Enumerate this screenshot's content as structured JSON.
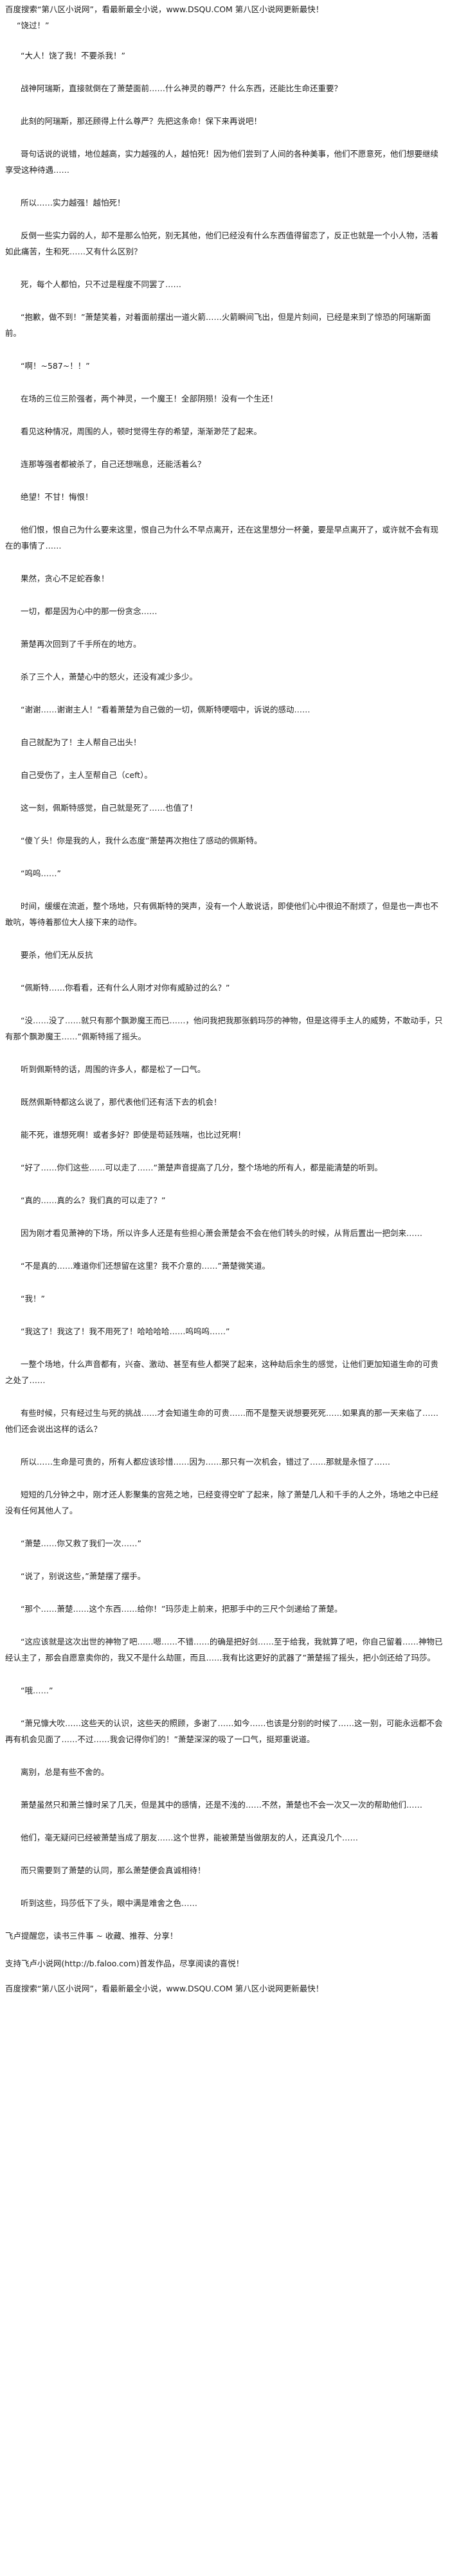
{
  "header": {
    "ad_line": "百度搜索“第八区小说网”，看最新最全小说，www.DSQU.COM 第八区小说网更新最快！",
    "first_line": "“饶过！”"
  },
  "paragraphs": [
    "“大人！饶了我！不要杀我！”",
    "战神阿瑞斯，直接就倒在了萧楚面前……什么神灵的尊严？什么东西，还能比生命还重要？",
    "此刻的阿瑞斯，那还顾得上什么尊严？先把这条命！保下来再说吧！",
    "哥句话说的说错，地位越高，实力越强的人，越怕死！因为他们尝到了人间的各种美事，他们不愿意死，他们想要继续享受这种待遇……",
    "所以……实力越强！越怕死！",
    "反倒一些实力弱的人，却不是那么怕死，别无其他，他们已经没有什么东西值得留恋了，反正也就是一个小人物，活着如此痛苦，生和死……又有什么区别？",
    "死，每个人都怕，只不过是程度不同罢了……",
    "“抱歉，做不到！”萧楚笑着，对着面前摆出一道火箭……火箭瞬间飞出，但是片刻间，已经是来到了惊恐的阿瑞斯面前。",
    "“啊！~587~！！”",
    "在场的三位三阶强者，两个神灵，一个魔王！全部阴殒！没有一个生还！",
    "看见这种情况，周围的人，顿时觉得生存的希望，渐渐渺茫了起来。",
    "连那等强者都被杀了，自己还想喘息，还能活着么？",
    "绝望！不甘！悔恨！",
    "他们恨，恨自己为什么要来这里，恨自己为什么不早点离开，还在这里想分一杯羹，要是早点离开了，或许就不会有现在的事情了……",
    "果然，贪心不足蛇吞象！",
    "一切，都是因为心中的那一份贪念……",
    "萧楚再次回到了千手所在的地方。",
    "杀了三个人，萧楚心中的怒火，还没有减少多少。",
    "“谢谢……谢谢主人！”看着萧楚为自己做的一切，佩斯特哽咽中，诉说的感动……",
    "自己就配为了！主人帮自己出头！",
    "自己受伤了，主人至帮自己（ceft）。",
    "这一刻，佩斯特感觉，自己就是死了……也值了！",
    "“傻丫头！你是我的人，我什么态度”萧楚再次抱住了感动的佩斯特。",
    "“呜呜……”",
    "时间，缓缓在流逝，整个场地，只有佩斯特的哭声，没有一个人敢说话，即使他们心中很迫不耐烦了，但是也一声也不敢吭，等待着那位大人接下来的动作。",
    "要杀，他们无从反抗",
    "“佩斯特……你看看，还有什么人刚才对你有威胁过的么？”",
    "“没……没了……就只有那个飘渺魔王而已……，他问我把我那张鹤玛莎的神物，但是这得手主人的威势，不敢动手，只有那个飘渺魔王……”佩斯特摇了摇头。",
    "听到佩斯特的话，周围的许多人，都是松了一口气。",
    "既然佩斯特都这么说了，那代表他们还有活下去的机会！",
    "能不死，谁想死啊！或者多好？即使是苟延残喘，也比过死啊！",
    "“好了……你们这些……可以走了……”萧楚声音提高了几分，整个场地的所有人，都是能清楚的听到。",
    "“真的……真的么？我们真的可以走了？”",
    "因为刚才看见萧神的下场，所以许多人还是有些担心萧会萧楚会不会在他们转头的时候，从背后置出一把剑来……",
    "“不是真的……难道你们还想留在这里？我不介意的……”萧楚微笑道。",
    "“我！”",
    "“我这了！我这了！我不用死了！哈哈哈哈……呜呜呜……”",
    "一整个场地，什么声音都有，兴奋、激动、甚至有些人都哭了起来，这种劫后余生的感觉，让他们更加知道生命的可贵之处了……",
    "有些时候，只有经过生与死的挑战……才会知道生命的可贵……而不是整天说想要死死……如果真的那一天来临了……他们还会说出这样的话么？",
    "所以……生命是可贵的，所有人都应该珍惜……因为……那只有一次机会，错过了……那就是永恒了……",
    "短短的几分钟之中，刚才还人影聚集的宫苑之地，已经变得空旷了起来，除了萧楚几人和千手的人之外，场地之中已经没有任何其他人了。",
    "“萧楚……你又救了我们一次……”",
    "“说了，别说这些，”萧楚摆了摆手。",
    "“那个……萧楚……这个东西……给你！”玛莎走上前来，把那手中的三尺个剑递给了萧楚。",
    "“这应该就是这次出世的神物了吧……嗯……不错……的确是把好剑……至于给我，我就算了吧，你自己留着……神物已经认主了，那会自愿意卖你的，我又不是什么劫匪，而且……我有比这更好的武器了”萧楚摇了摇头，把小剑还给了玛莎。",
    "“哦……”",
    "“萧兄慷大吹……这些天的认识，这些天的照顾，多谢了……如今……也该是分别的时候了……这一别，可能永远都不会再有机会见面了……不过……我会记得你们的！”萧楚深深的吸了一口气，挺郑重说道。",
    "离别，总是有些不舍的。",
    "萧楚虽然只和萧兰慷时呆了几天，但是其中的感情，还是不浅的……不然，萧楚也不会一次又一次的帮助他们……",
    "他们，毫无疑问已经被萧楚当成了朋友……这个世界，能被萧楚当做朋友的人，还真没几个……",
    "而只需要到了萧楚的认同，那么萧楚便会真诚相待！",
    "听到这些，玛莎低下了头，眼中满是难舍之色……"
  ],
  "footer": {
    "note": "飞卢提醒您，读书三件事 ~ 收藏、推荐、分享！",
    "support": "支持飞卢小说网(http://b.faloo.com)首发作品，尽享阅读的喜悦！",
    "ad_line": "百度搜索“第八区小说网”，看最新最全小说，www.DSQU.COM 第八区小说网更新最快！"
  },
  "colors": {
    "text": "#1a1a1a",
    "background": "#ffffff"
  }
}
